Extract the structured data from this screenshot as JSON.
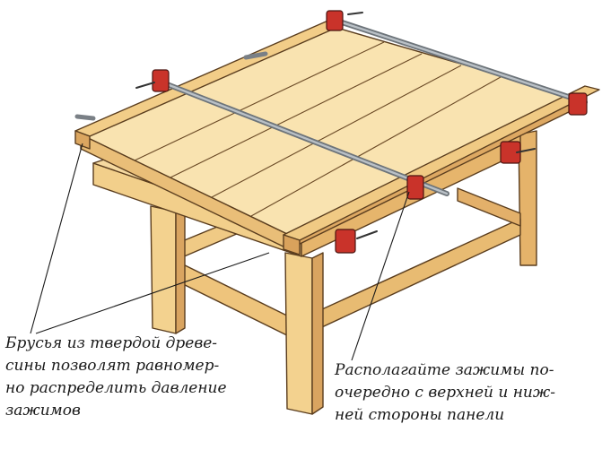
{
  "captions": {
    "left": {
      "lines": [
        "Брусья из твердой древе-",
        "сины позволят равномер-",
        "но распределить давление",
        "зажимов"
      ]
    },
    "right": {
      "lines": [
        "Располагайте зажимы по-",
        "очередно с верхней и ниж-",
        "ней стороны панели"
      ]
    }
  },
  "colors": {
    "wood_light": "#f7dea3",
    "wood_mid": "#eec47c",
    "wood_dark": "#d9a460",
    "outline": "#5a3d1e",
    "clamp_red": "#c9332a",
    "pipe": "#8f969c"
  },
  "icons": [
    "pipe-clamp-icon"
  ]
}
